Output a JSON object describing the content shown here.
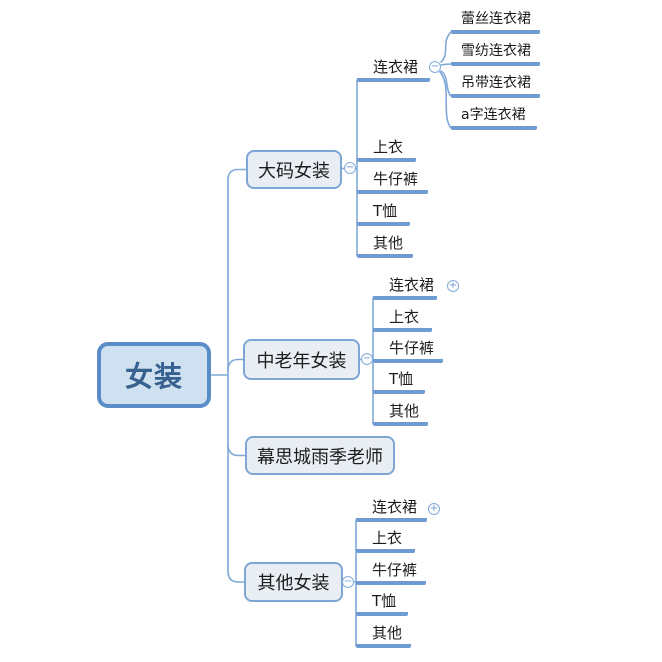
{
  "icons": {
    "collapse_glyph": "−",
    "expand_glyph": "+"
  },
  "colors": {
    "root_fill": "#cfe0f1",
    "root_border": "#5a8dc8",
    "root_text": "#36618e",
    "branch_fill": "#e9eef5",
    "branch_border": "#7ea6d5",
    "leaf_underline": "#6e9bd1",
    "connector": "#7fa8d8",
    "text": "#1c1c1c"
  },
  "tree": {
    "root": {
      "label": "女装"
    },
    "branches": [
      {
        "label": "大码女装",
        "toggle": "collapse",
        "children": [
          {
            "label": "连衣裙",
            "toggle": "collapse",
            "children": [
              {
                "label": "蕾丝连衣裙"
              },
              {
                "label": "雪纺连衣裙"
              },
              {
                "label": "吊带连衣裙"
              },
              {
                "label": "a字连衣裙"
              }
            ]
          },
          {
            "label": "上衣"
          },
          {
            "label": "牛仔裤"
          },
          {
            "label": "T恤"
          },
          {
            "label": "其他"
          }
        ]
      },
      {
        "label": "中老年女装",
        "toggle": "collapse",
        "children": [
          {
            "label": "连衣裙",
            "toggle": "expand"
          },
          {
            "label": "上衣"
          },
          {
            "label": "牛仔裤"
          },
          {
            "label": "T恤"
          },
          {
            "label": "其他"
          }
        ]
      },
      {
        "label": "幕思城雨季老师"
      },
      {
        "label": "其他女装",
        "toggle": "collapse",
        "children": [
          {
            "label": "连衣裙",
            "toggle": "expand"
          },
          {
            "label": "上衣"
          },
          {
            "label": "牛仔裤"
          },
          {
            "label": "T恤"
          },
          {
            "label": "其他"
          }
        ]
      }
    ]
  }
}
